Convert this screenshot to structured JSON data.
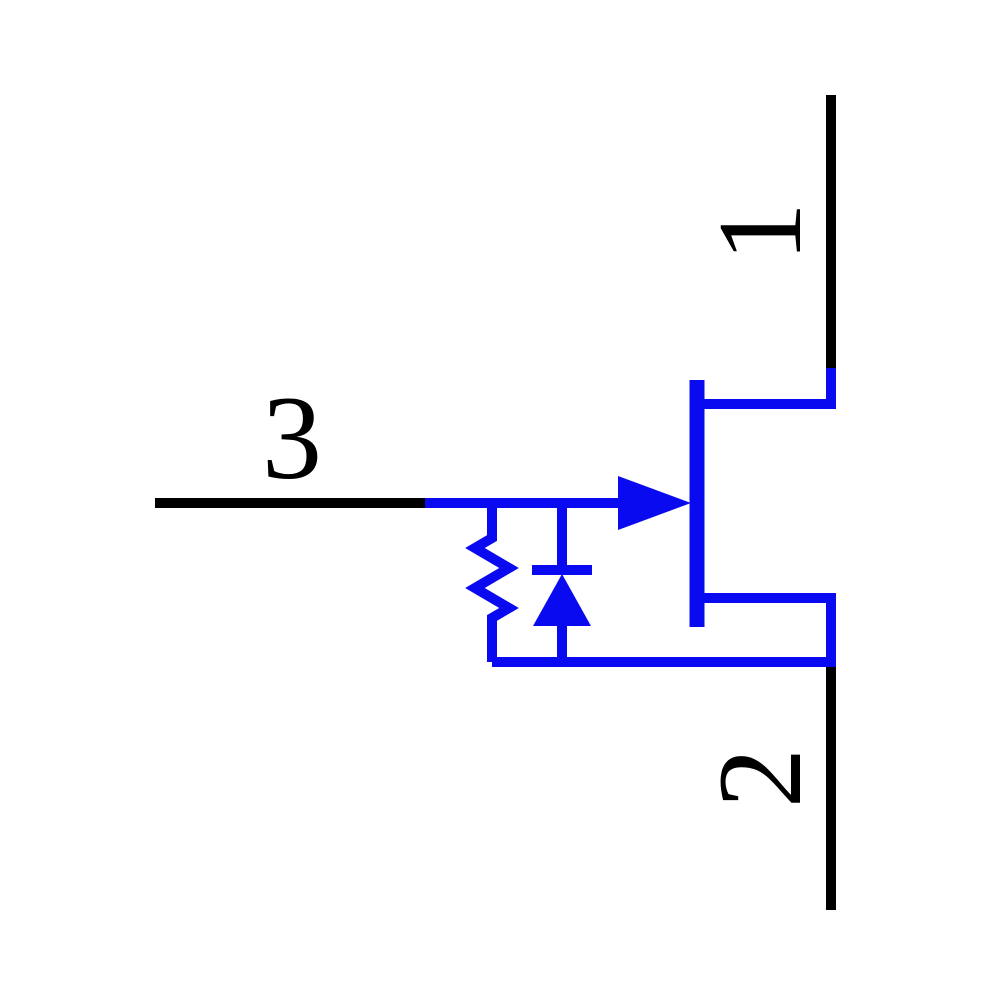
{
  "diagram": {
    "kind": "schematic-symbol",
    "colors": {
      "background": "#ffffff",
      "pin_wire": "#000000",
      "symbol_body": "#0a0af0"
    },
    "pins": [
      {
        "number": "1",
        "position": "top-right",
        "orientation": "vertical"
      },
      {
        "number": "2",
        "position": "bottom-right",
        "orientation": "vertical"
      },
      {
        "number": "3",
        "position": "left",
        "orientation": "horizontal"
      }
    ],
    "symbol": {
      "parts": [
        "transistor",
        "gate-resistor",
        "protection-diode"
      ]
    }
  }
}
